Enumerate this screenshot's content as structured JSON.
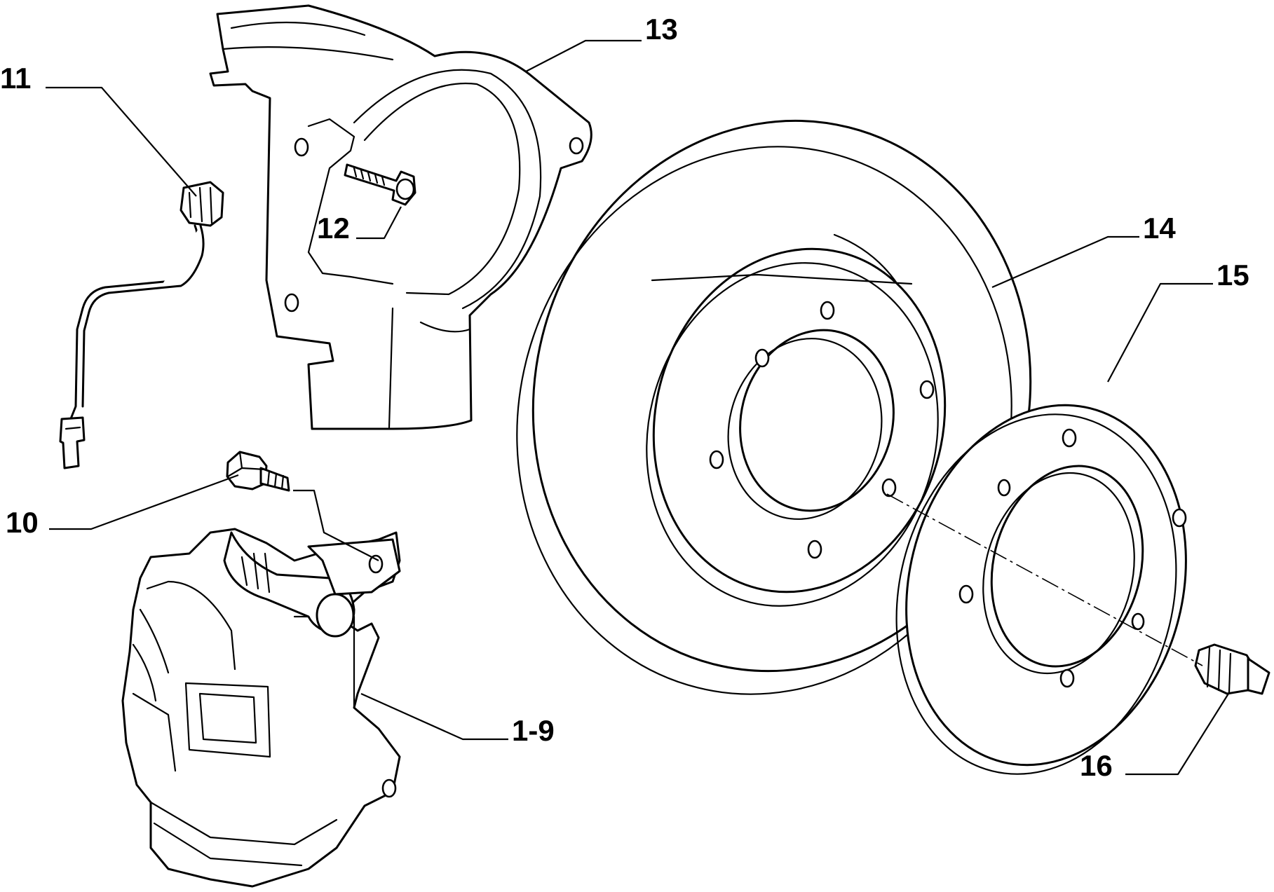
{
  "callouts": {
    "c11": "11",
    "c13": "13",
    "c12": "12",
    "c14": "14",
    "c15": "15",
    "c10": "10",
    "c1_9": "1-9",
    "c16": "16"
  },
  "colors": {
    "line": "#000000",
    "background": "#ffffff"
  }
}
